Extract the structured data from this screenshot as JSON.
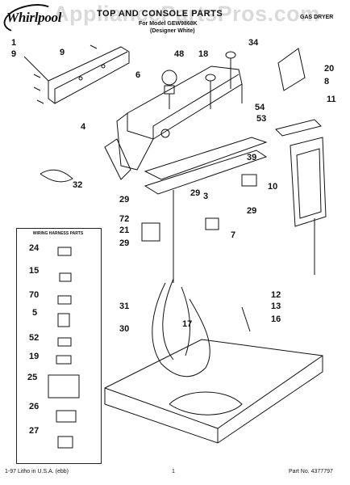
{
  "header": {
    "brand": "Whirlpool",
    "title": "TOP AND CONSOLE PARTS",
    "subtitle_model": "For Model GEW9868K",
    "subtitle_color": "(Designer White)",
    "product": "GAS DRYER",
    "watermark": "AppliancePartsPros.com"
  },
  "footer": {
    "print_note": "1-97 Litho in U.S.A. (ebb)",
    "page_number": "1",
    "part_number": "Part No. 4377797"
  },
  "harness": {
    "heading": "WIRING HARNESS PARTS",
    "items": [
      "24",
      "15",
      "70",
      "5",
      "52",
      "19",
      "25",
      "26",
      "27"
    ]
  },
  "callouts": [
    "1",
    "9",
    "9",
    "6",
    "48",
    "18",
    "34",
    "8",
    "20",
    "11",
    "54",
    "53",
    "4",
    "32",
    "39",
    "10",
    "29",
    "3",
    "72",
    "21",
    "29",
    "29",
    "29",
    "7",
    "31",
    "30",
    "17",
    "12",
    "13",
    "16"
  ]
}
